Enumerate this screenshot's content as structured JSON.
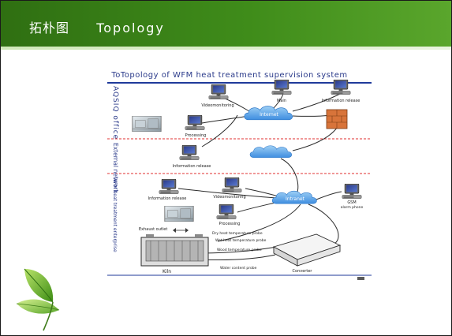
{
  "slide": {
    "title_cn": "拓朴图",
    "title_en": "Topology"
  },
  "diagram": {
    "title": "ToTopology of WFM heat treatment supervision system",
    "regions": {
      "office": "AQSIQ office",
      "external": "External network",
      "enterprise": "WFM heat treatment enterprise"
    },
    "office": {
      "video_monitoring": "Videomonitoring",
      "main": "Main",
      "info_release": "Information release",
      "processing": "Processing",
      "network": "Internet"
    },
    "external": {
      "info_release": "Information release"
    },
    "enterprise": {
      "info_release": "Information release",
      "video_monitoring": "Videomonitoring",
      "network": "Intranet",
      "gsm": "GSM",
      "gsm_sub": "alarm phone",
      "processing": "Processing",
      "exhaust": "Exhaust outlet",
      "probe_dry": "Dry heat temperature probe",
      "probe_wet": "Wet heat temperature probe",
      "probe_wood": "Wood temperature probe",
      "probe_water": "Water content probe",
      "kiln": "Kiln",
      "converter": "Converter"
    }
  },
  "colors": {
    "header": "#3f8c1a",
    "network_cloud": "#5aa6e8",
    "region_divider": "#e03030",
    "firewall": "#d8743a"
  }
}
